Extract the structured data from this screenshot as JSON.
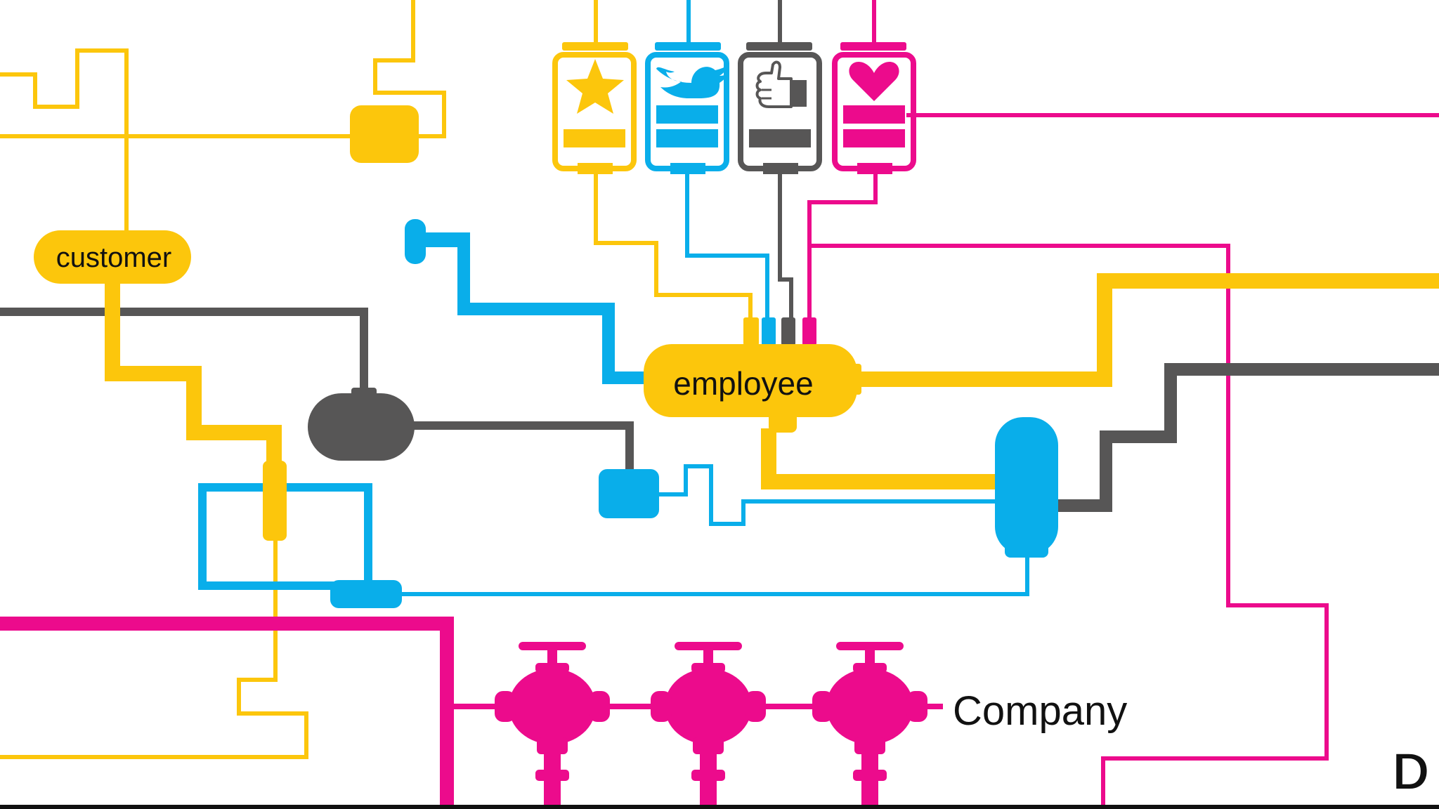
{
  "labels": {
    "customer": "customer",
    "employee": "employee",
    "company": "Company",
    "corner_logo": "D"
  },
  "colors": {
    "yellow": "#fcc60c",
    "blue": "#09aeea",
    "gray": "#575656",
    "magenta": "#ec0b8c",
    "background": "#ffffff",
    "text": "#111111"
  },
  "icons": {
    "gauge_1": "star-icon",
    "gauge_2": "twitter-bird-icon",
    "gauge_3": "thumbs-up-icon",
    "gauge_4": "heart-icon",
    "valves": "valve-icon"
  }
}
